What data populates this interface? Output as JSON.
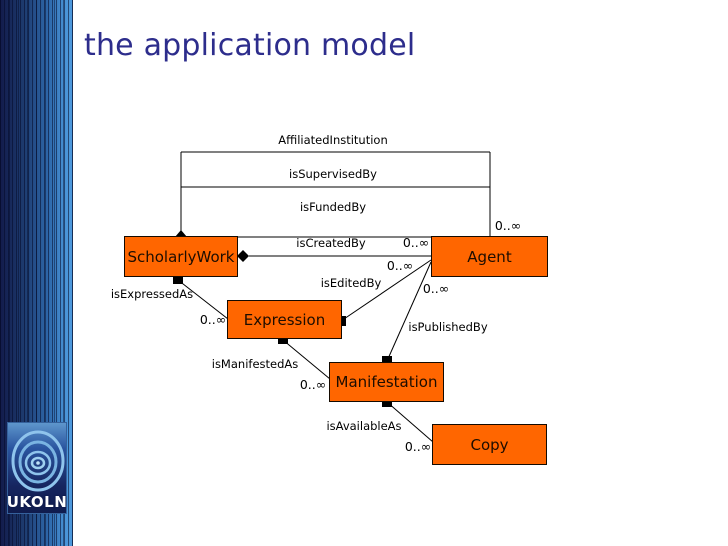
{
  "slide": {
    "title": "the application model"
  },
  "sidebar": {
    "logo_text": "UKOLN"
  },
  "colors": {
    "entity_fill": "#ff6600",
    "entity_border": "#140a00",
    "title_text": "#2d2d8c",
    "sidebar_blue_dark": "#121b4b",
    "sidebar_blue_light": "#4e9ade"
  },
  "diagram": {
    "entities": [
      {
        "label": "ScholarlyWork"
      },
      {
        "label": "Agent"
      },
      {
        "label": "Expression"
      },
      {
        "label": "Manifestation"
      },
      {
        "label": "Copy"
      }
    ],
    "relations": [
      {
        "label": "AffiliatedInstitution"
      },
      {
        "label": "isSupervisedBy"
      },
      {
        "label": "isFundedBy"
      },
      {
        "label": "isCreatedBy"
      },
      {
        "label": "isEditedBy"
      },
      {
        "label": "isPublishedBy"
      },
      {
        "label": "isExpressedAs"
      },
      {
        "label": "isManifestedAs"
      },
      {
        "label": "isAvailableAs"
      }
    ],
    "cardinalities": [
      "0..∞",
      "0..∞",
      "0..∞",
      "0..∞",
      "0..∞",
      "0..∞",
      "0..∞"
    ]
  }
}
